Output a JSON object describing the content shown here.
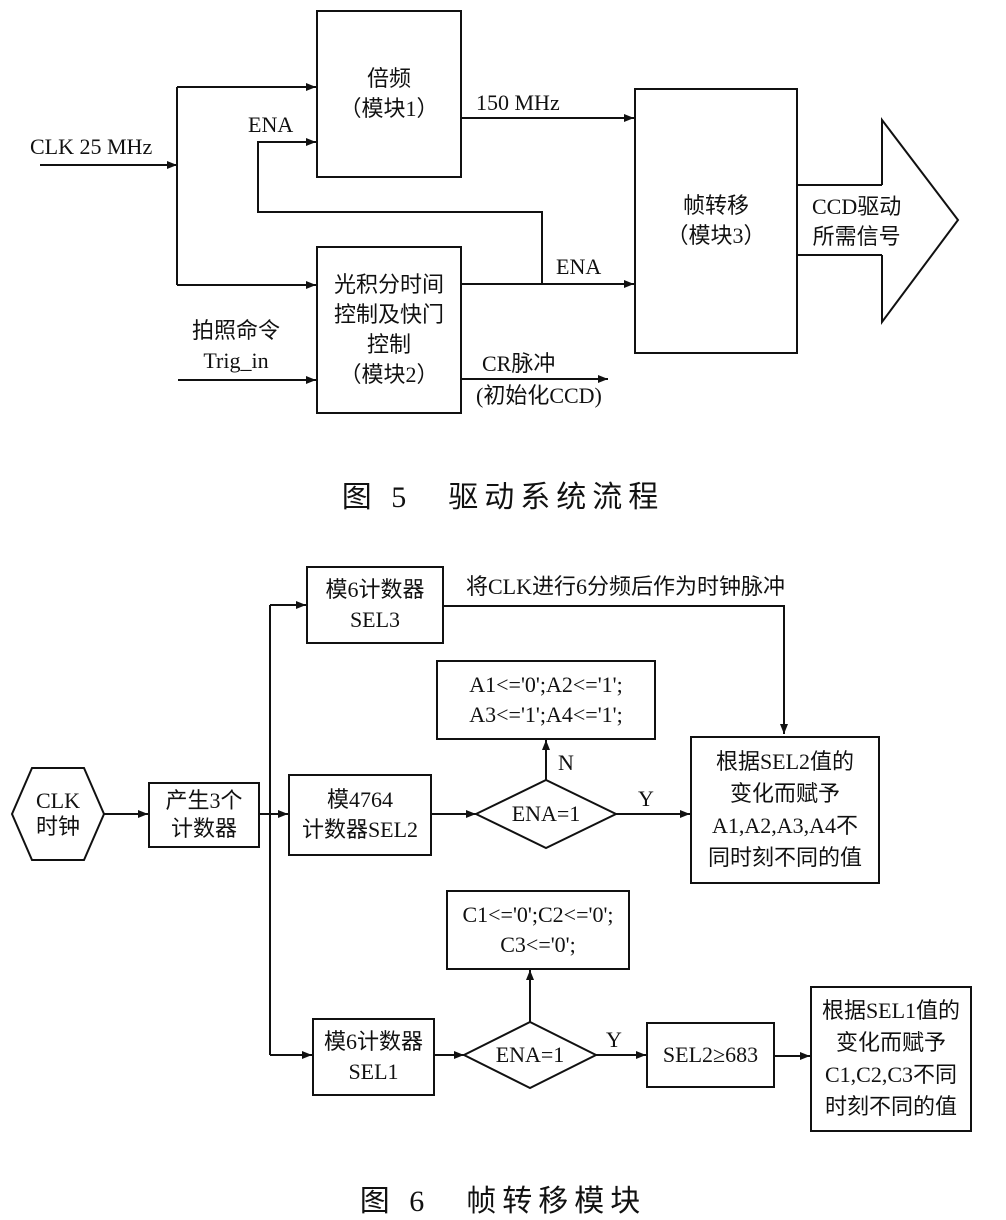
{
  "fig5": {
    "caption": "图 5　驱动系统流程",
    "clk_input": "CLK 25 MHz",
    "mod1": [
      "倍频",
      "（模块1）"
    ],
    "freq_label": "150 MHz",
    "ena_feedback": "ENA",
    "mod2": [
      "光积分时间",
      "控制及快门",
      "控制",
      "（模块2）"
    ],
    "ena_mod3": "ENA",
    "mod3": [
      "帧转移",
      "（模块3）"
    ],
    "output_arrow": [
      "CCD驱动",
      "所需信号"
    ],
    "trig": [
      "拍照命令",
      "Trig_in"
    ],
    "cr_pulse": [
      "CR脉冲",
      "(初始化CCD)"
    ]
  },
  "fig6": {
    "caption": "图 6　帧转移模块",
    "clk_hex": [
      "CLK",
      "时钟"
    ],
    "gen": [
      "产生3个",
      "计数器"
    ],
    "sel3": [
      "模6计数器",
      "SEL3"
    ],
    "sel3_note": "将CLK进行6分频后作为时钟脉冲",
    "sel2": [
      "模4764",
      "计数器SEL2"
    ],
    "ena_diamond_1": "ENA=1",
    "n_label": "N",
    "y_label_1": "Y",
    "a_assign": [
      "A1<='0';A2<='1';",
      "A3<='1';A4<='1';"
    ],
    "a_result": [
      "根据SEL2值的",
      "变化而赋予",
      "A1,A2,A3,A4不",
      "同时刻不同的值"
    ],
    "c_assign": [
      "C1<='0';C2<='0';",
      "C3<='0';"
    ],
    "sel1": [
      "模6计数器",
      "SEL1"
    ],
    "ena_diamond_2": "ENA=1",
    "y_label_2": "Y",
    "sel2_cond": "SEL2≥683",
    "c_result": [
      "根据SEL1值的",
      "变化而赋予",
      "C1,C2,C3不同",
      "时刻不同的值"
    ]
  }
}
